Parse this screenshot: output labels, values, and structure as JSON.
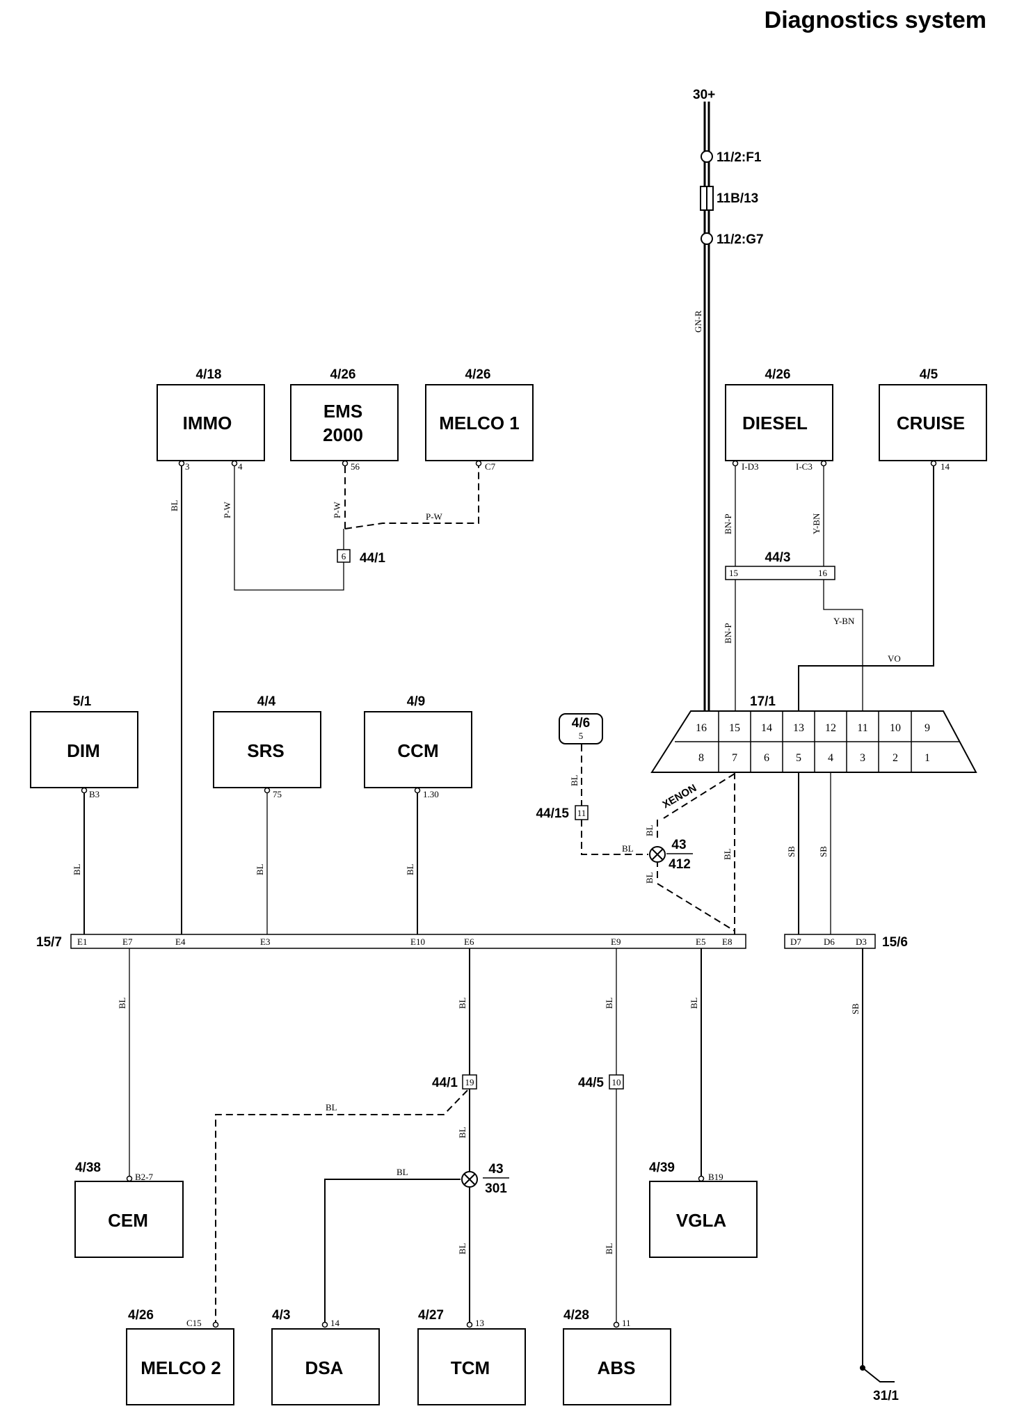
{
  "title": "Diagnostics system",
  "supply": {
    "label": "30+",
    "fuse_top": "11/2:F1",
    "fuse": "11B/13",
    "fuse_bottom": "11/2:G7",
    "wire": "GN-R"
  },
  "modules": {
    "immo": {
      "ref": "4/18",
      "name": "IMMO",
      "pins": [
        "3",
        "4"
      ]
    },
    "ems": {
      "ref": "4/26",
      "name_l1": "EMS",
      "name_l2": "2000",
      "pin": "56"
    },
    "melco1": {
      "ref": "4/26",
      "name": "MELCO 1",
      "pin": "C7"
    },
    "diesel": {
      "ref": "4/26",
      "name": "DIESEL",
      "pins": [
        "I-D3",
        "I-C3"
      ]
    },
    "cruise": {
      "ref": "4/5",
      "name": "CRUISE",
      "pin": "14"
    },
    "dim": {
      "ref": "5/1",
      "name": "DIM",
      "pin": "B3"
    },
    "srs": {
      "ref": "4/4",
      "name": "SRS",
      "pin": "75"
    },
    "ccm": {
      "ref": "4/9",
      "name": "CCM",
      "pin": "1.30"
    },
    "cem": {
      "ref": "4/38",
      "name": "CEM",
      "pin": "B2-7"
    },
    "vgla": {
      "ref": "4/39",
      "name": "VGLA",
      "pin": "B19"
    },
    "melco2": {
      "ref": "4/26",
      "name": "MELCO 2",
      "pin": "C15"
    },
    "dsa": {
      "ref": "4/3",
      "name": "DSA",
      "pin": "14"
    },
    "tcm": {
      "ref": "4/27",
      "name": "TCM",
      "pin": "13"
    },
    "abs": {
      "ref": "4/28",
      "name": "ABS",
      "pin": "11"
    }
  },
  "xenon": {
    "ref": "4/6",
    "pin": "5",
    "label": "XENON"
  },
  "connectors": {
    "c44_1a": {
      "ref": "44/1",
      "pin": "6"
    },
    "c44_3": {
      "ref": "44/3",
      "pins": [
        "15",
        "16"
      ]
    },
    "c44_15": {
      "ref": "44/15",
      "pin": "11"
    },
    "c44_1b": {
      "ref": "44/1",
      "pin": "19"
    },
    "c44_5": {
      "ref": "44/5",
      "pin": "10"
    }
  },
  "splices": {
    "s412": {
      "num": "43",
      "den": "412"
    },
    "s301": {
      "num": "43",
      "den": "301"
    }
  },
  "dlc": {
    "ref": "17/1",
    "top": [
      "16",
      "15",
      "14",
      "13",
      "12",
      "11",
      "10",
      "9"
    ],
    "bottom": [
      "8",
      "7",
      "6",
      "5",
      "4",
      "3",
      "2",
      "1"
    ]
  },
  "bus_left": {
    "ref": "15/7",
    "pins": [
      "E1",
      "E7",
      "E4",
      "E3",
      "E10",
      "E6",
      "E9",
      "E5",
      "E8"
    ]
  },
  "bus_right": {
    "ref": "15/6",
    "pins": [
      "D7",
      "D6",
      "D3"
    ]
  },
  "ground": {
    "label": "31/1"
  },
  "wires": {
    "bl": "BL",
    "pw": "P-W",
    "bnp": "BN-P",
    "ybn": "Y-BN",
    "vo": "VO",
    "sb": "SB"
  }
}
